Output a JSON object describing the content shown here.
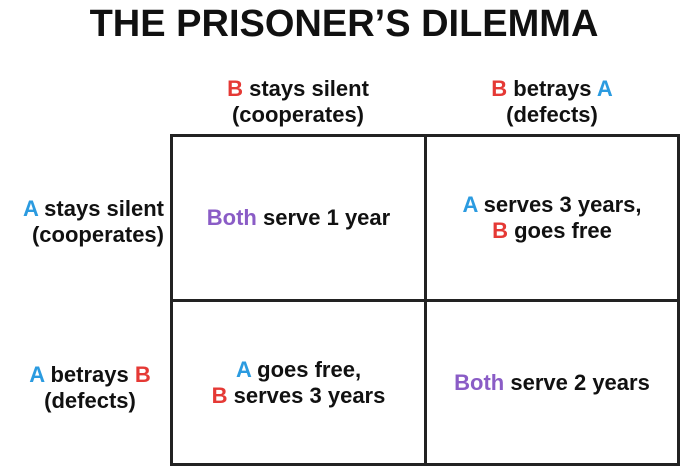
{
  "title": "THE PRISONER’S DILEMMA",
  "colors": {
    "player_a": "#2b9be0",
    "player_b": "#e53935",
    "both": "#8a5cc6",
    "text": "#111111",
    "grid_line": "#222222"
  },
  "columns": [
    {
      "line1_player": "B",
      "line1_rest": " stays silent",
      "line2": "(cooperates)"
    },
    {
      "line1_player": "B",
      "line1_mid": " betrays ",
      "line1_target": "A",
      "line2": "(defects)"
    }
  ],
  "rows": [
    {
      "line1_player": "A",
      "line1_rest": " stays silent",
      "line2": "(cooperates)"
    },
    {
      "line1_player": "A",
      "line1_mid": " betrays ",
      "line1_target": "B",
      "line2": "(defects)"
    }
  ],
  "cells": {
    "silent_silent": {
      "who": "Both",
      "rest": " serve 1 year"
    },
    "silent_betray": {
      "line1_who": "A",
      "line1_rest": " serves 3 years,",
      "line2_who": "B",
      "line2_rest": " goes free"
    },
    "betray_silent": {
      "line1_who": "A",
      "line1_rest": " goes free,",
      "line2_who": "B",
      "line2_rest": " serves 3 years"
    },
    "betray_betray": {
      "who": "Both",
      "rest": " serve 2 years"
    }
  }
}
